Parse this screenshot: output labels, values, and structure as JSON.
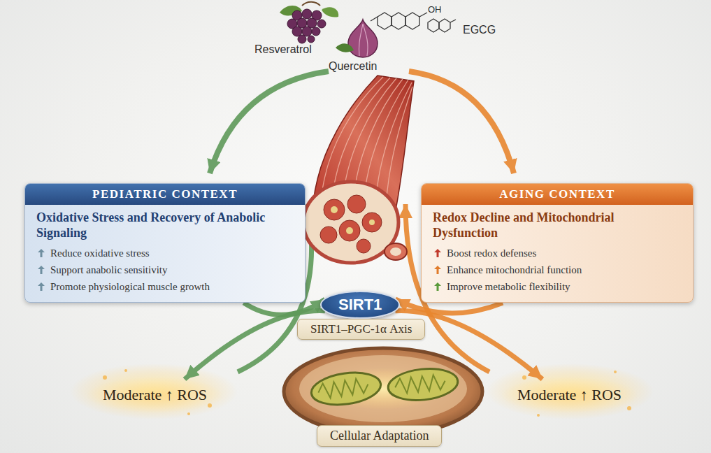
{
  "diagram": {
    "nodes": [
      {
        "text": [
          "PEDIATRIC CONTEXT",
          "Oxidative Stress and Recovery of Anabolic Signaling",
          "Reduce oxidative stress",
          "Support anabolic sensitivity",
          "Promote physiological muscle growth"
        ]
      },
      {
        "text": [
          "AGING CONTEXT",
          "Redox Decline and Mitochondrial Dysfunction",
          "Boost redox defenses",
          "Enhance mitochondrial function",
          "Improve metabolic flexibility"
        ]
      },
      {
        "text": [
          "SIRT1"
        ]
      },
      {
        "text": [
          "SIRT1–PGC-1α Axis"
        ]
      },
      {
        "text": [
          "Moderate ↑ ROS"
        ]
      },
      {
        "text": [
          "Moderate ↑ ROS"
        ]
      },
      {
        "text": [
          "Cellular Adaptation"
        ]
      }
    ],
    "edges": [
      {
        "from": 0,
        "to": 2,
        "arrow": "to"
      },
      {
        "from": 1,
        "to": 2,
        "arrow": "to"
      },
      {
        "from": 2,
        "to": 4,
        "arrow": "to"
      },
      {
        "from": 2,
        "to": 5,
        "arrow": "to"
      }
    ],
    "labels": [
      "Resveratrol",
      "Quercetin",
      "EGCG",
      "OH"
    ]
  }
}
